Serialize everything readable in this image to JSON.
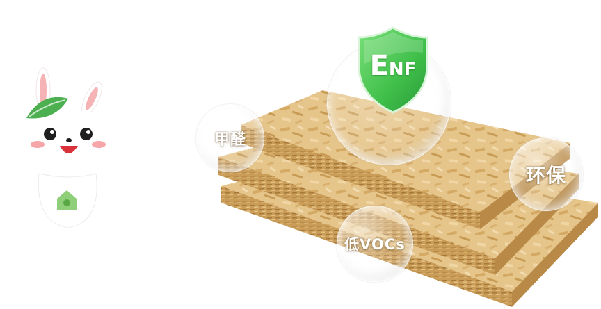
{
  "badges": {
    "formaldehyde": "甲醛",
    "eco": "环保",
    "voc": "低VOCs",
    "shield_big": "E",
    "shield_small": "NF"
  },
  "colors": {
    "wood_light": "#e8c98f",
    "wood_mid": "#d9b06a",
    "wood_dark": "#b98a47",
    "shield_green": "#3fbf4a",
    "mascot_leaf": "#4caf50",
    "mascot_cheek": "#f6a5a8"
  }
}
